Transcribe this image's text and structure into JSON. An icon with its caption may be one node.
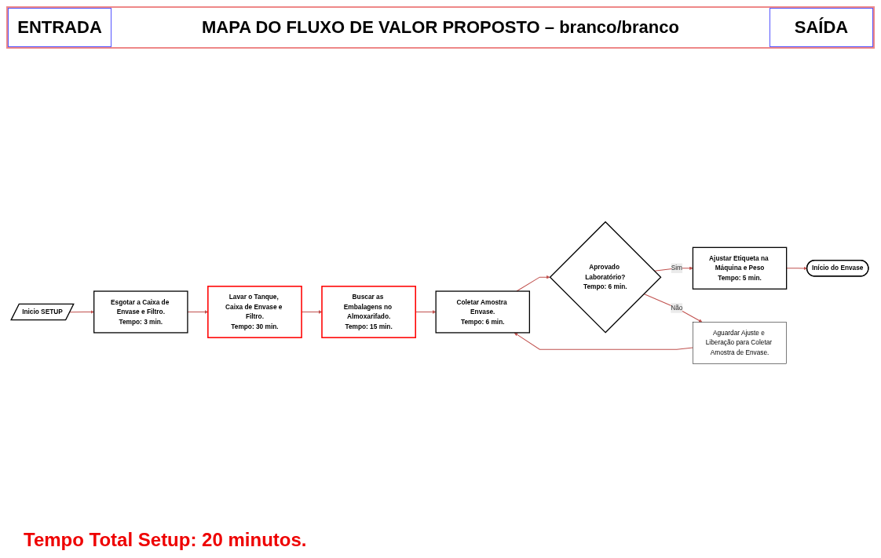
{
  "diagram": {
    "title": "MAPA DO FLUXO DE VALOR PROPOSTO – branco/branco",
    "caption": "Tempo Total Setup:  20 minutos.",
    "nodes": [
      {
        "text": [
          "Inicio SETUP"
        ]
      },
      {
        "text": [
          "Esgotar a Caixa de Envase e Filtro.",
          "Tempo: 3 min."
        ]
      },
      {
        "text": [
          "Lavar o Tanque, Caixa de Envase e Filtro.",
          "Tempo: 30 min."
        ]
      },
      {
        "text": [
          "Buscar as Embalagens no Almoxarifado.",
          "Tempo: 15 min."
        ]
      },
      {
        "text": [
          "Coletar Amostra Envase.",
          "Tempo: 6 min."
        ]
      },
      {
        "text": [
          "Aprovado Laboratório?",
          "Tempo: 6 min."
        ]
      },
      {
        "text": [
          "Ajustar Etiqueta na Máquina e Peso",
          "Tempo: 5 min."
        ]
      },
      {
        "text": [
          "Aguardar Ajuste e Liberação para Coletar Amostra de Envase."
        ]
      },
      {
        "text": [
          "Início do Envase"
        ]
      }
    ],
    "edges": [
      {
        "from": 0,
        "to": 1,
        "arrow": "to"
      },
      {
        "from": 1,
        "to": 2,
        "arrow": "to"
      },
      {
        "from": 2,
        "to": 3,
        "arrow": "to"
      },
      {
        "from": 3,
        "to": 4,
        "arrow": "to"
      },
      {
        "from": 4,
        "to": 5,
        "arrow": "to"
      },
      {
        "from": 5,
        "to": 6,
        "label": "Sim",
        "arrow": "to"
      },
      {
        "from": 5,
        "to": 7,
        "label": "Não",
        "arrow": "to"
      },
      {
        "from": 7,
        "to": 4,
        "arrow": "to"
      },
      {
        "from": 6,
        "to": 8,
        "arrow": "to"
      }
    ],
    "labels": [
      "ENTRADA",
      "SAÍDA"
    ]
  }
}
